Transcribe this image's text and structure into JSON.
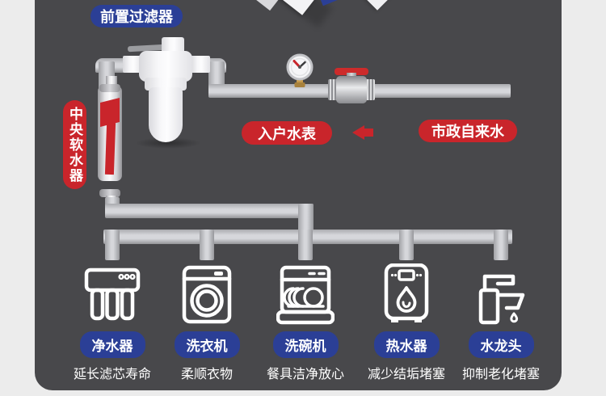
{
  "page": {
    "background": "#ececec",
    "panel_background": "#48484b",
    "accent_red": "#c9252b",
    "accent_blue": "#2b3f96",
    "pipe_gray": "#c6c7cb",
    "text_white": "#ffffff"
  },
  "labels": {
    "pre_filter": "前置过滤器",
    "central_softener": "中央软水器",
    "water_meter": "入户水表",
    "municipal_water": "市政自来水"
  },
  "flow": {
    "arrow_direction": "left",
    "source": "市政自来水",
    "meter": "入户水表"
  },
  "appliances": [
    {
      "name": "净水器",
      "benefit": "延长滤芯寿命",
      "icon": "water-purifier-icon"
    },
    {
      "name": "洗衣机",
      "benefit": "柔顺衣物",
      "icon": "washing-machine-icon"
    },
    {
      "name": "洗碗机",
      "benefit": "餐具洁净放心",
      "icon": "dishwasher-icon"
    },
    {
      "name": "热水器",
      "benefit": "减少结垢堵塞",
      "icon": "water-heater-icon"
    },
    {
      "name": "水龙头",
      "benefit": "抑制老化堵塞",
      "icon": "faucet-icon"
    }
  ]
}
